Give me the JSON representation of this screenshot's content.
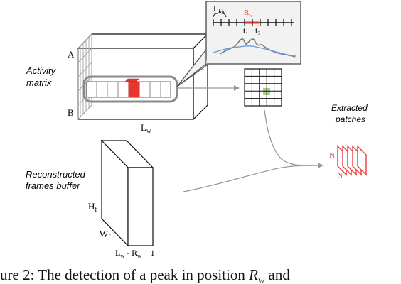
{
  "labels": {
    "activity_matrix": [
      "Activity",
      "matrix"
    ],
    "dim_a": "A",
    "dim_b": "B",
    "dim_lw": "L",
    "dim_lw_sub": "w",
    "lbin": "L",
    "lbin_sub": "bin",
    "rw": "R",
    "rw_sub": "w",
    "t1": "t",
    "t1_sub": "1",
    "t2": "t",
    "t2_sub": "2",
    "extracted_patches": [
      "Extracted",
      "patches"
    ],
    "patch_n_top": "N",
    "patch_n_bottom": "N",
    "reconstructed": [
      "Reconstructed",
      "frames buffer"
    ],
    "hf": "H",
    "hf_sub": "f",
    "wf": "W",
    "wf_sub": "f",
    "buffer_len": "L",
    "buffer_len_sub1": "w",
    "buffer_len_mid": " - R",
    "buffer_len_sub2": "w",
    "buffer_len_end": " + 1"
  },
  "caption": {
    "prefix": "ure 2: The detection of a peak in position ",
    "math": "R",
    "math_sub": "w",
    "suffix": " and"
  },
  "colors": {
    "highlight_red": "#e8362f",
    "patch_red": "#ef3b3b",
    "grid_green": "#a9cf8f",
    "signal_blue": "#6e9ee0",
    "signal_gray": "#7d7d7d",
    "box_gray": "#6f6f6f",
    "inset_bg": "#f2f2f2"
  }
}
